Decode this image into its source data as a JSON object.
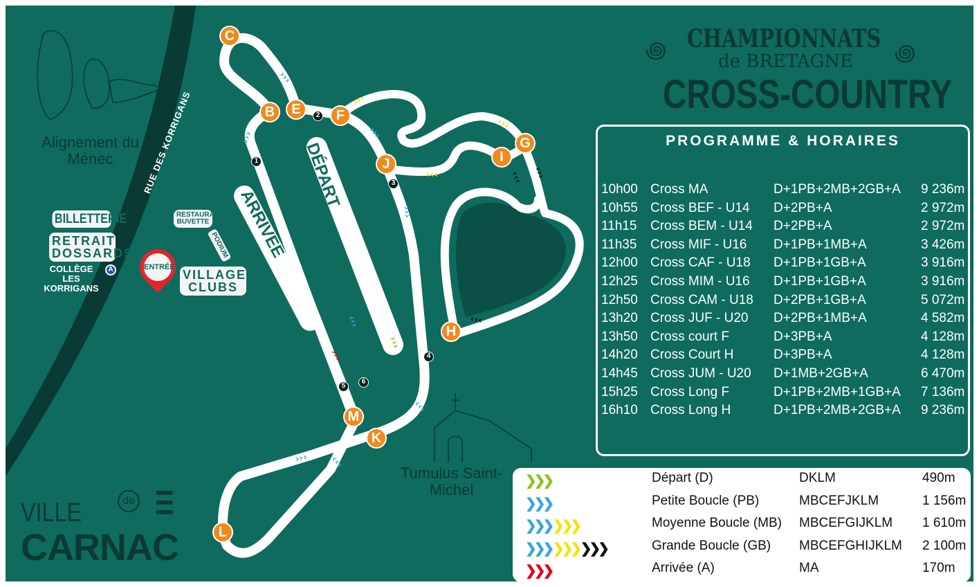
{
  "header": {
    "championship_line1": "CHAMPIONNATS",
    "championship_line2": "de BRETAGNE",
    "event": "CROSS-COUNTRY"
  },
  "programme": {
    "title": "PROGRAMME & HORAIRES",
    "rows": [
      {
        "time": "10h00",
        "race": "Cross MA",
        "course": "D+1PB+2MB+2GB+A",
        "distance": "9 236m"
      },
      {
        "time": "10h55",
        "race": "Cross BEF - U14",
        "course": "D+2PB+A",
        "distance": "2 972m"
      },
      {
        "time": "11h15",
        "race": "Cross BEM - U14",
        "course": "D+2PB+A",
        "distance": "2 972m"
      },
      {
        "time": "11h35",
        "race": "Cross MIF - U16",
        "course": "D+1PB+1MB+A",
        "distance": "3 426m"
      },
      {
        "time": "12h00",
        "race": "Cross CAF - U18",
        "course": "D+1PB+1GB+A",
        "distance": "3 916m"
      },
      {
        "time": "12h25",
        "race": "Cross MIM - U16",
        "course": "D+1PB+1GB+A",
        "distance": "3 916m"
      },
      {
        "time": "12h50",
        "race": "Cross CAM - U18",
        "course": "D+2PB+1GB+A",
        "distance": "5 072m"
      },
      {
        "time": "13h20",
        "race": "Cross JUF - U20",
        "course": "D+2PB+1MB+A",
        "distance": "4 582m"
      },
      {
        "time": "13h50",
        "race": "Cross court F",
        "course": "D+3PB+A",
        "distance": "4 128m"
      },
      {
        "time": "14h20",
        "race": "Cross Court H",
        "course": "D+3PB+A",
        "distance": "4 128m"
      },
      {
        "time": "14h45",
        "race": "Cross JUM - U20",
        "course": "D+1MB+2GB+A",
        "distance": "6 470m"
      },
      {
        "time": "15h25",
        "race": "Cross Long F",
        "course": "D+1PB+2MB+1GB+A",
        "distance": "7 136m"
      },
      {
        "time": "16h10",
        "race": "Cross Long H",
        "course": "D+1PB+2MB+2GB+A",
        "distance": "9 236m"
      }
    ]
  },
  "legend": [
    {
      "name": "Départ (D)",
      "route": "DKLM",
      "distance": "490m",
      "chevrons": [
        [
          "#8dc21f",
          3
        ]
      ]
    },
    {
      "name": "Petite Boucle (PB)",
      "route": "MBCEFJKLM",
      "distance": "1 156m",
      "chevrons": [
        [
          "#3aa6de",
          3
        ]
      ]
    },
    {
      "name": "Moyenne Boucle (MB)",
      "route": "MBCEFGIJKLM",
      "distance": "1 610m",
      "chevrons": [
        [
          "#3aa6de",
          3
        ],
        [
          "#f5e20a",
          3
        ]
      ]
    },
    {
      "name": "Grande Boucle (GB)",
      "route": "MBCEFGHIJKLM",
      "distance": "2 100m",
      "chevrons": [
        [
          "#3aa6de",
          3
        ],
        [
          "#f5e20a",
          3
        ],
        [
          "#111111",
          3
        ]
      ]
    },
    {
      "name": "Arrivée (A)",
      "route": "MA",
      "distance": "170m",
      "chevrons": [
        [
          "#e3001b",
          3
        ]
      ]
    }
  ],
  "places": {
    "menec": "Alignement du Ménec",
    "street": "RUE DES KORRIGANS",
    "tumulus": "Tumulus Saint-Michel",
    "college": "COLLÈGE LES KORRIGANS",
    "college_marker": "A"
  },
  "facilities": {
    "billetterie": "BILLETTERIE",
    "retrait": "RETRAIT DOSSARDS",
    "restauration": "RESTAURATION BUVETTE",
    "entree": "ENTRÉE",
    "village": "VILLAGE CLUBS"
  },
  "track_labels": {
    "depart": "DÉPART",
    "arrivee": "ARRIVÉE",
    "podium": "PODIUM"
  },
  "markers": {
    "B": "B",
    "C": "C",
    "E": "E",
    "F": "F",
    "G": "G",
    "H": "H",
    "I": "I",
    "J": "J",
    "K": "K",
    "L": "L",
    "M": "M"
  },
  "km_markers": [
    "1",
    "2",
    "3",
    "4",
    "5",
    "6"
  ],
  "logo": {
    "line1": "VILLE",
    "de": "de",
    "line2": "CARNAC"
  },
  "colors": {
    "background": "#0e6b5e",
    "road": "#093a33",
    "marker": "#f08a1d",
    "entree": "#e3242b"
  }
}
